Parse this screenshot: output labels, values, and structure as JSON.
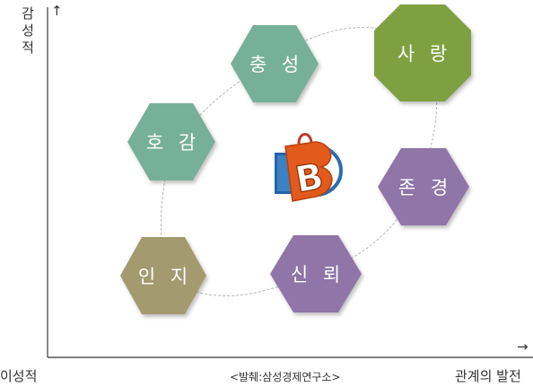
{
  "axes": {
    "y_label": "감성적",
    "y_arrow": "↑",
    "x_left_label": "이성적",
    "x_right_label": "관계의 발전",
    "x_arrow": "→"
  },
  "source": "<발췌:삼성경제연구소>",
  "center_logo_letter": "B",
  "nodes": [
    {
      "id": "inji",
      "label": "인 지",
      "shape": "hexagon",
      "color": "#a49a6f"
    },
    {
      "id": "hogam",
      "label": "호 감",
      "shape": "hexagon",
      "color": "#77b09a"
    },
    {
      "id": "chung",
      "label": "충 성",
      "shape": "hexagon",
      "color": "#77b09a"
    },
    {
      "id": "sarang",
      "label": "사 랑",
      "shape": "octagon",
      "color": "#7fa03f"
    },
    {
      "id": "jongyeong",
      "label": "존 경",
      "shape": "hexagon",
      "color": "#9075a8"
    },
    {
      "id": "sinroe",
      "label": "신 뢰",
      "shape": "hexagon",
      "color": "#9075a8"
    }
  ]
}
